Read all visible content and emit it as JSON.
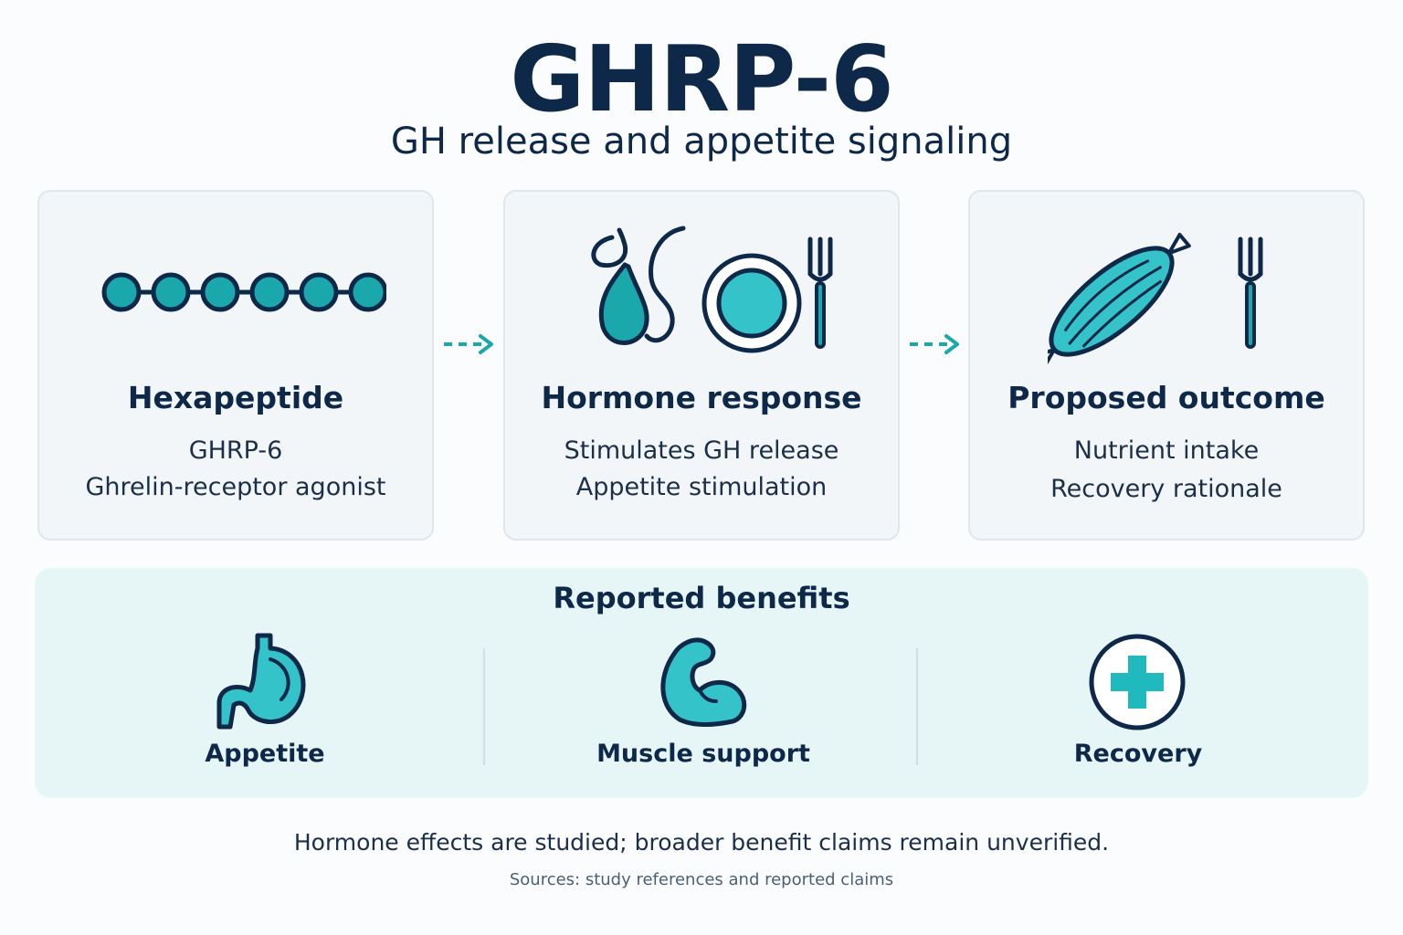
{
  "header": {
    "title": "GHRP-6",
    "subtitle": "GH release and appetite signaling"
  },
  "cards": [
    {
      "title": "Hexapeptide",
      "lines": [
        "GHRP-6",
        "Ghrelin-receptor agonist"
      ],
      "icon": "peptide-chain-icon"
    },
    {
      "title": "Hormone response",
      "lines": [
        "Stimulates GH release",
        "Appetite stimulation"
      ],
      "icon": "pituitary-plate-fork-icon"
    },
    {
      "title": "Proposed outcome",
      "lines": [
        "Nutrient intake",
        "Recovery rationale"
      ],
      "icon": "muscle-fork-icon"
    }
  ],
  "benefits": {
    "title": "Reported benefits",
    "items": [
      {
        "label": "Appetite",
        "icon": "stomach-icon"
      },
      {
        "label": "Muscle support",
        "icon": "flexed-arm-icon"
      },
      {
        "label": "Recovery",
        "icon": "medical-cross-icon"
      }
    ]
  },
  "footer": {
    "note": "Hormone effects are studied; broader benefit claims remain unverified.",
    "sources": "Sources: study references and reported claims"
  },
  "colors": {
    "navy": "#0d2849",
    "teal": "#1aa8ad",
    "teal_light": "#34c3c8",
    "card_bg": "#f3f6f9",
    "panel_bg": "#e6f5f6"
  }
}
